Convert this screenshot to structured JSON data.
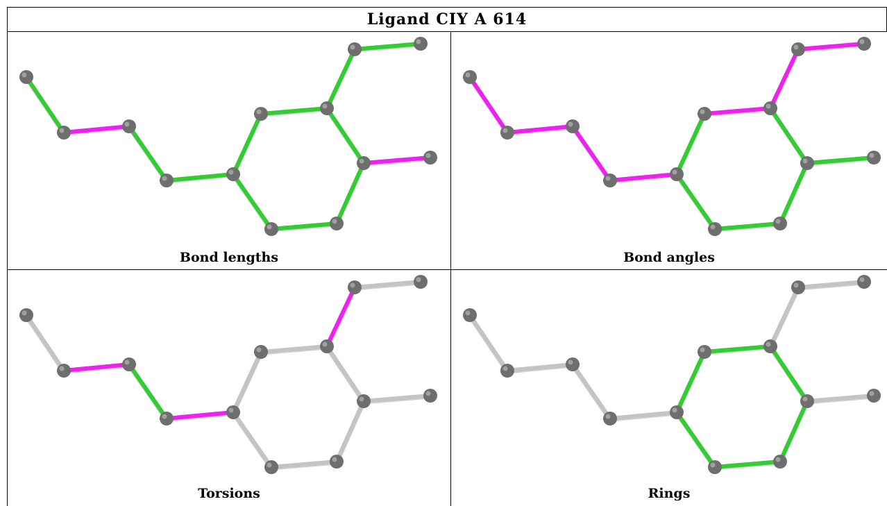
{
  "title": "Ligand CIY A 614",
  "colors": {
    "green": "#33cc33",
    "magenta": "#ee22ee",
    "gray": "#c4c4c4",
    "atom": "#6e6e6e"
  },
  "panels": [
    {
      "caption": "Bond lengths",
      "bonds": [
        "green",
        "magenta",
        "green",
        "green",
        "green",
        "green",
        "green",
        "green",
        "green",
        "magenta",
        "green",
        "green",
        "green"
      ]
    },
    {
      "caption": "Bond angles",
      "bonds": [
        "magenta",
        "magenta",
        "magenta",
        "magenta",
        "green",
        "magenta",
        "magenta",
        "magenta",
        "green",
        "green",
        "green",
        "green",
        "green"
      ]
    },
    {
      "caption": "Torsions",
      "bonds": [
        "gray",
        "magenta",
        "green",
        "magenta",
        "gray",
        "gray",
        "magenta",
        "gray",
        "gray",
        "gray",
        "gray",
        "gray",
        "gray"
      ]
    },
    {
      "caption": "Rings",
      "bonds": [
        "gray",
        "gray",
        "gray",
        "gray",
        "green",
        "green",
        "gray",
        "gray",
        "green",
        "gray",
        "green",
        "green",
        "green"
      ]
    }
  ]
}
